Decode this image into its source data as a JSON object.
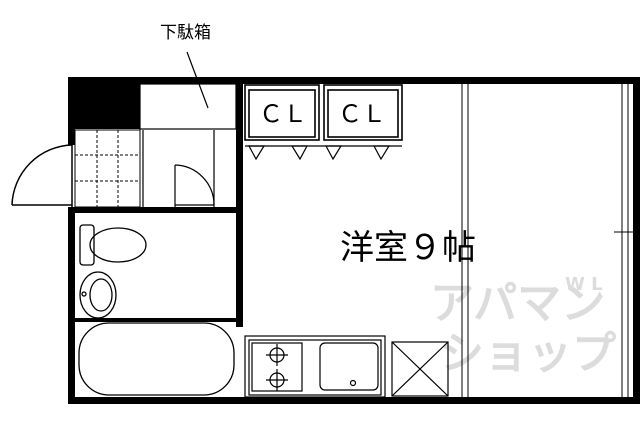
{
  "labels": {
    "shoe_box": "下駄箱",
    "closet_1": "ＣＬ",
    "closet_2": "ＣＬ",
    "room": "洋室９帖"
  },
  "watermark": {
    "line1": "アパマン",
    "line2": "ショップ",
    "mark": "W L"
  },
  "colors": {
    "wall": "#000000",
    "line": "#222222",
    "watermark": "#dcdcdc"
  }
}
